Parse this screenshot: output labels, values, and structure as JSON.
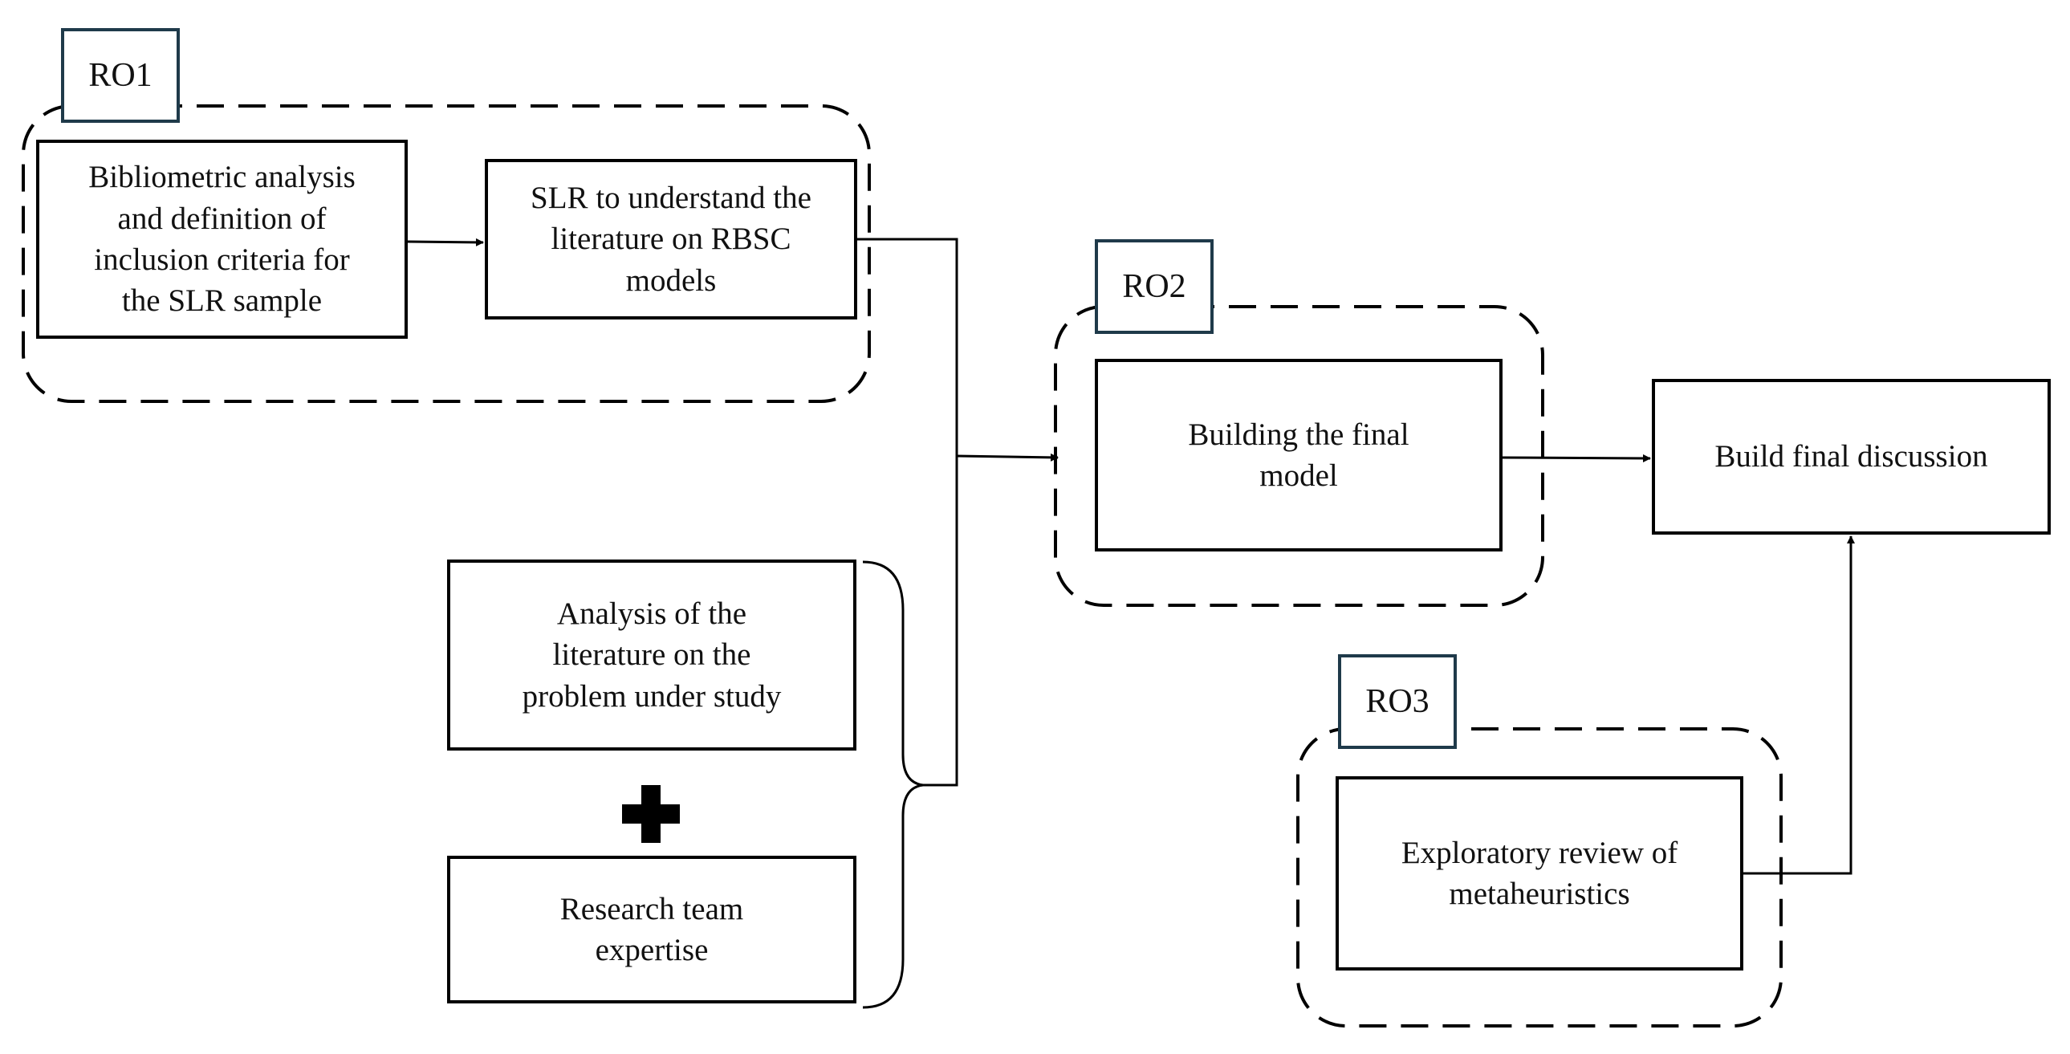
{
  "groups": [
    {
      "id": "ro1",
      "label": "RO1"
    },
    {
      "id": "ro2",
      "label": "RO2"
    },
    {
      "id": "ro3",
      "label": "RO3"
    }
  ],
  "boxes": {
    "bibliometric": "Bibliometric analysis\nand definition of\ninclusion criteria for\nthe SLR sample",
    "slr": "SLR to understand the\nliterature on RBSC\nmodels",
    "analysis": "Analysis of the\nliterature on the\nproblem under study",
    "research_team": "Research team\nexpertise",
    "building_model": "Building the final\nmodel",
    "final_discussion": "Build final discussion",
    "exploratory": "Exploratory review of\nmetaheuristics"
  },
  "icons": {
    "plus": "plus-icon"
  },
  "colors": {
    "line": "#000000",
    "label_border": "#1f3a4a"
  }
}
